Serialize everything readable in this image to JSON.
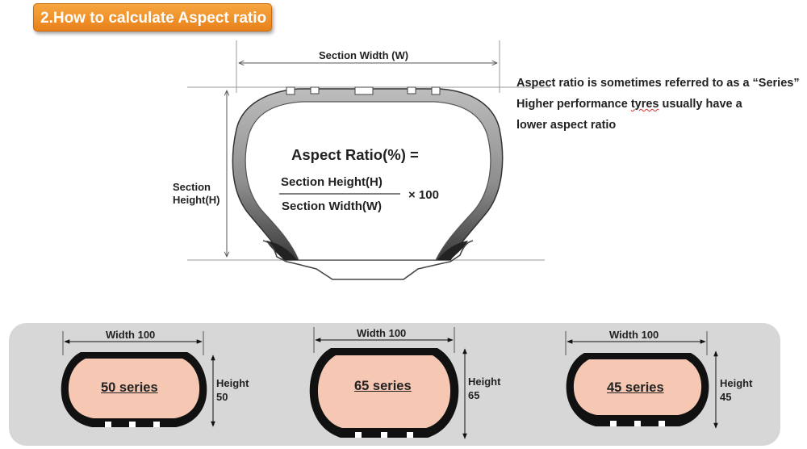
{
  "title": "2.How to calculate Aspect ratio",
  "diagram": {
    "section_width_label": "Section Width (W)",
    "section_height_line1": "Section",
    "section_height_line2": "Height(H)"
  },
  "formula": {
    "lhs": "Aspect Ratio(%) =",
    "numerator": "Section Height(H)",
    "denominator": "Section Width(W)",
    "multiplier": "× 100"
  },
  "notes": {
    "line1": "Aspect ratio is sometimes referred to as a “Series”",
    "line2_pre": "Higher performance ",
    "line2_word": "tyres",
    "line2_post": " usually have a",
    "line3": "lower aspect ratio"
  },
  "series": [
    {
      "label": "50 series",
      "width_label": "Width 100",
      "height_label": "Height",
      "height_value": "50"
    },
    {
      "label": "65 series",
      "width_label": "Width 100",
      "height_label": "Height",
      "height_value": "65"
    },
    {
      "label": "45 series",
      "width_label": "Width 100",
      "height_label": "Height",
      "height_value": "45"
    }
  ],
  "colors": {
    "badge": "#ef8c25",
    "tyre_fill": "#f6c8b3",
    "panel": "#d7d7d7"
  }
}
